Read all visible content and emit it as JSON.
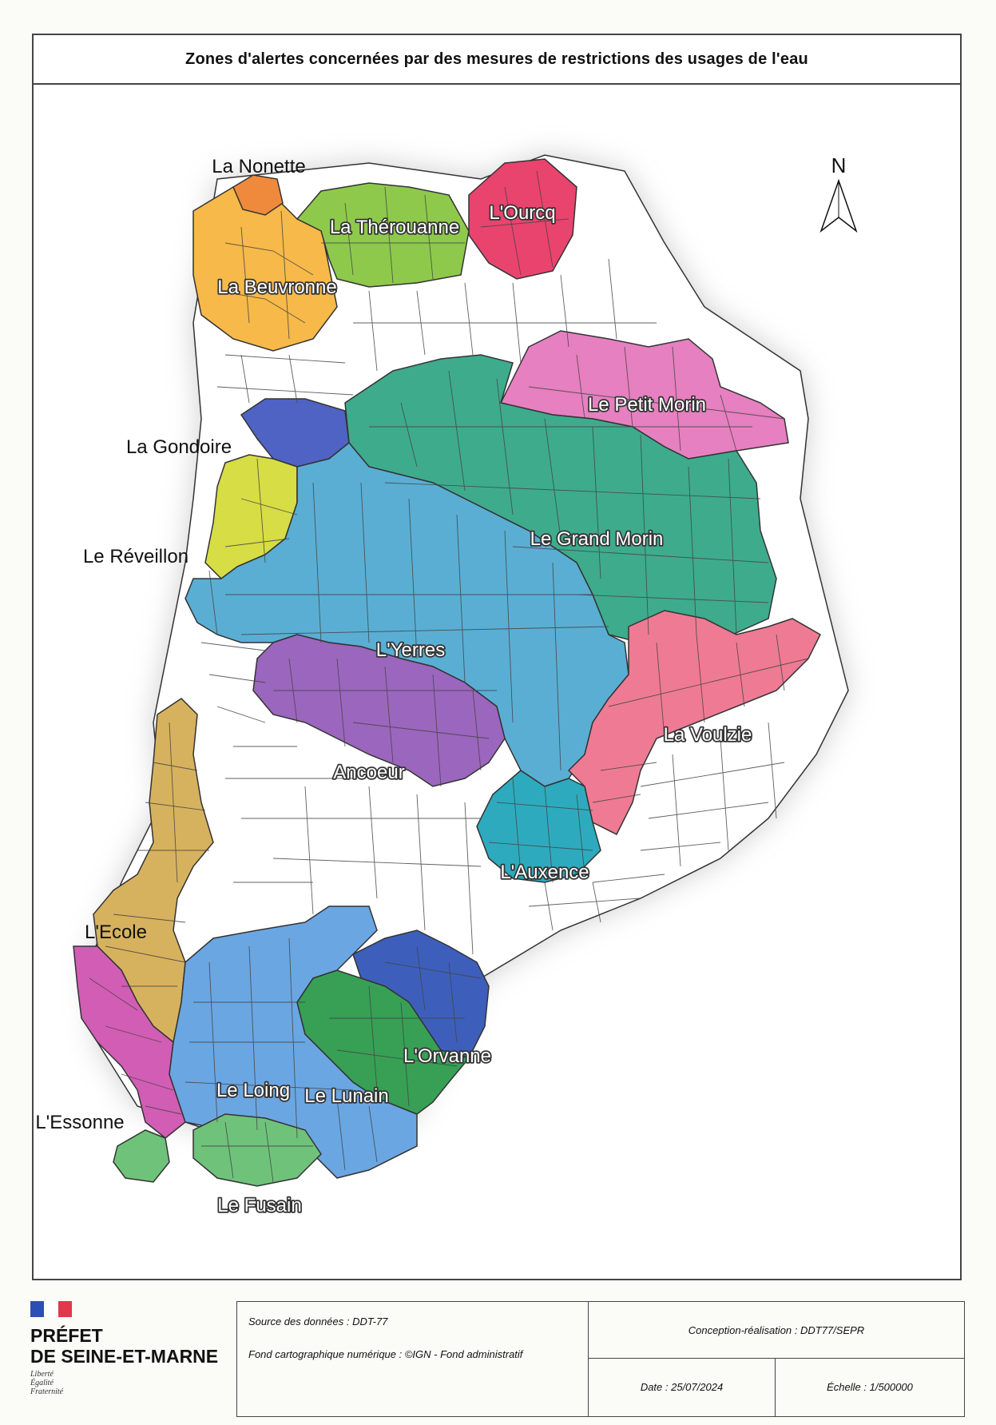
{
  "map_title": "Zones d'alertes concernées par des mesures de restrictions des usages de l'eau",
  "north_label": "N",
  "zones": {
    "nonette": {
      "label": "La Nonette",
      "color": "#ef8a3c"
    },
    "beuvronne": {
      "label": "La Beuvronne",
      "color": "#f6b94a"
    },
    "therouanne": {
      "label": "La Thérouanne",
      "color": "#8ec94c"
    },
    "ourcq": {
      "label": "L'Ourcq",
      "color": "#e8446e"
    },
    "petit_morin": {
      "label": "Le Petit Morin",
      "color": "#e680c0"
    },
    "gondoire": {
      "label": "La Gondoire",
      "color": "#4f63c4"
    },
    "grand_morin": {
      "label": "Le Grand Morin",
      "color": "#3eab8c"
    },
    "reveillon": {
      "label": "Le Réveillon",
      "color": "#d6dd45"
    },
    "yerres": {
      "label": "L'Yerres",
      "color": "#5aaed3"
    },
    "voulzie": {
      "label": "La Voulzie",
      "color": "#ee7b93"
    },
    "ancoeur": {
      "label": "Ancoeur",
      "color": "#9b66bd"
    },
    "auxence": {
      "label": "L'Auxence",
      "color": "#2eaabe"
    },
    "ecole": {
      "label": "L'Ecole",
      "color": "#d7b25e"
    },
    "orvanne": {
      "label": "L'Orvanne",
      "color": "#3d5fbb"
    },
    "loing": {
      "label": "Le Loing",
      "color": "#6aa6e2"
    },
    "lunain": {
      "label": "Le Lunain",
      "color": "#37a055"
    },
    "essonne": {
      "label": "L'Essonne",
      "color": "#d25db4"
    },
    "fusain": {
      "label": "Le Fusain",
      "color": "#6fc27a"
    }
  },
  "footer": {
    "logo_line1": "PRÉFET",
    "logo_line2": "DE SEINE-ET-MARNE",
    "motto1": "Liberté",
    "motto2": "Égalité",
    "motto3": "Fraternité",
    "source": "Source des données : DDT-77",
    "fond": "Fond cartographique numérique : ©IGN - Fond administratif",
    "conception": "Conception-réalisation : DDT77/SEPR",
    "date": "Date : 25/07/2024",
    "echelle": "Échelle : 1/500000"
  },
  "flag_colors": [
    "#2b4fb5",
    "#ffffff",
    "#e1384a"
  ]
}
